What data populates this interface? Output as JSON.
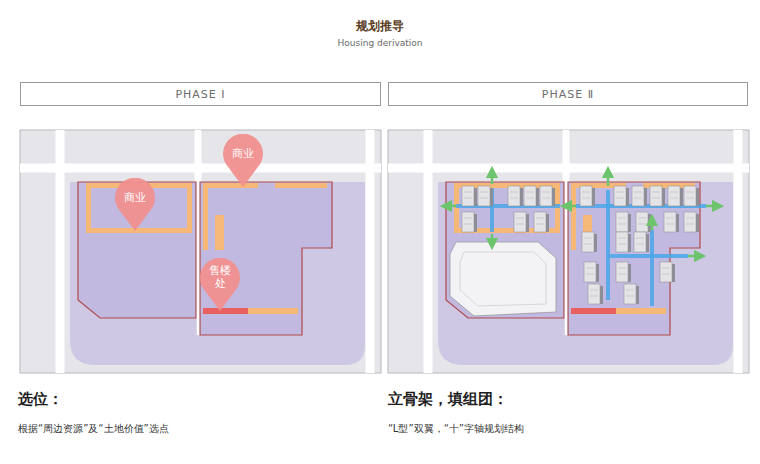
{
  "diagram": {
    "title": "规划推导",
    "nodes": [
      {
        "text": [
          "PHASE Ⅰ"
        ]
      },
      {
        "text": [
          "PHASE Ⅱ"
        ]
      },
      {
        "text": [
          "商业"
        ]
      },
      {
        "text": [
          "商业"
        ]
      },
      {
        "text": [
          "售楼处"
        ]
      }
    ],
    "labels": [
      "Housing derivation",
      "选位：",
      "根据“周边资源”及“土地价值”选点",
      "立骨架，填组团：",
      "“L型”双翼，“十”字轴规划结构"
    ]
  }
}
